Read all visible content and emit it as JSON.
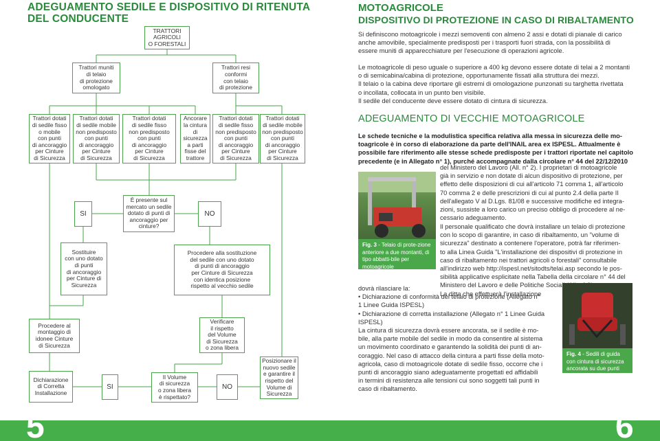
{
  "left": {
    "title_line1": "ADEGUAMENTO SEDILE E DISPOSITIVO DI RITENUTA",
    "title_line2": "DEL CONDUCENTE"
  },
  "flow": {
    "root": [
      "TRATTORI",
      "AGRICOLI",
      "O FORESTALI"
    ],
    "omologato": [
      "Trattori muniti",
      "di telaio",
      "di protezione",
      "omologato"
    ],
    "resi_conformi": [
      "Trattori resi",
      "conformi",
      "con telaio",
      "di protezione"
    ],
    "fisso_mobile_con": [
      "Trattori dotati",
      "di sedile fisso",
      "o mobile",
      "con punti",
      "di ancoraggio",
      "per Cinture",
      "di Sicurezza"
    ],
    "mobile_non": [
      "Trattori dotati",
      "di sedile mobile",
      "non predisposto",
      "con punti",
      "di ancoraggio",
      "per Cinture",
      "di Sicurezza"
    ],
    "fisso_non": [
      "Trattori dotati",
      "di sedile fisso",
      "non predisposto",
      "con punti",
      "di ancoraggio",
      "per Cinture",
      "di Sicurezza"
    ],
    "ancorare": [
      "Ancorare",
      "la cintura",
      "di sicurezza",
      "a parti",
      "fisse del",
      "trattore"
    ],
    "fisso_non_2": [
      "Trattori dotati",
      "di sedile fisso",
      "non predisposto",
      "con punti",
      "di ancoraggio",
      "per Cinture",
      "di Sicurezza"
    ],
    "mobile_non_2": [
      "Trattori dotati",
      "di sedile mobile",
      "non predisposto",
      "con punti",
      "di ancoraggio",
      "per Cinture",
      "di Sicurezza"
    ],
    "si_1": "SI",
    "presente": [
      "È presente sul",
      "mercato un sedile",
      "dotato di punti di",
      "ancoraggio per",
      "cinture?"
    ],
    "no_1": "NO",
    "sostituire": [
      "Sostituire",
      "con uno dotato",
      "di punti",
      "di ancoraggio",
      "per Cinture di",
      "Sicurezza"
    ],
    "procedere_sost": [
      "Procedere alla sostituzione",
      "del sedile con uno dotato",
      "di punti di ancoraggio",
      "per Cinture di Sicurezza",
      "con identica posizione",
      "rispetto al vecchio sedile"
    ],
    "procedere_mont": [
      "Procedere al",
      "montaggio di",
      "idonee Cinture",
      "di Sicurezza"
    ],
    "verificare": [
      "Verificare",
      "il rispetto",
      "del Volume",
      "di Sicurezza",
      "o zona libera"
    ],
    "posizionare": [
      "Posizionare il",
      "nuovo sedile",
      "e garantire il",
      "rispetto del",
      "Volume di",
      "Sicurezza"
    ],
    "dichiarazione": [
      "Dichiarazione",
      "di Corretta",
      "Installazione"
    ],
    "si_2": "SI",
    "volume_q": [
      "Il Volume",
      "di sicurezza",
      "o zona libera",
      "è rispettato?"
    ],
    "no_2": "NO"
  },
  "right": {
    "title": "MOTOAGRICOLE",
    "subtitle": "DISPOSITIVO DI PROTEZIONE IN CASO DI RIBALTAMENTO",
    "p1": [
      "Si definiscono motoagricole i mezzi semoventi con almeno 2 assi e dotati di pianale di carico",
      "anche amovibile, specialmente predisposti per i trasporti fuori strada, con la possibilità di",
      "essere muniti di apparecchiature per l'esecuzione di operazioni agricole."
    ],
    "p2": [
      "Le motoagricole di peso uguale o superiore a 400 kg devono essere dotate di telai a 2 montanti",
      "o di semicabina/cabina di protezione, opportunamente fissati alla struttura dei mezzi.",
      "Il telaio o la cabina deve riportare gli estremi di omologazione punzonati su targhetta rivettata",
      "o incollata, collocata in un punto ben visibile.",
      "Il sedile del conducente deve essere dotato di cintura di sicurezza."
    ],
    "section2": "ADEGUAMENTO DI VECCHIE MOTOAGRICOLE",
    "bold_lines": [
      "Le schede tecniche e la modulistica specifica relativa alla messa in sicurezza delle mo-",
      "toagricole è in corso di elaborazione da parte dell'INAIL area ex ISPESL. Attualmente è",
      "possibile fare riferimento alle stesse schede predisposte per i trattori riportate nel capitolo",
      "precedente (e in Allegato n° 1), purché accompagnate dalla circolare n° 44 del 22/12/2010"
    ],
    "ind1": [
      "del Ministero del Lavoro (All. n° 2). I proprietari di motoagricole",
      "già in servizio e non dotate di alcun dispositivo di protezione, per",
      "effetto delle disposizioni di cui all'articolo 71 comma 1, all'articolo",
      "70 comma 2 e delle prescrizioni di cui al punto 2.4 della parte II",
      "dell'allegato V al D.Lgs. 81/08 e successive modifiche ed integra-",
      "zioni, sussiste a loro carico un preciso obbligo di procedere al ne-",
      "cessario adeguamento."
    ],
    "ind2": [
      "Il personale qualificato che dovrà installare un telaio di protezione",
      "con lo scopo di garantire, in caso di ribaltamento, un \"volume di",
      "sicurezza\" destinato a contenere l'operatore, potrà far riferimen-",
      "to alla Linea Guida \"L'installazione dei dispositivi di protezione in",
      "caso di ribaltamento nei trattori agricoli o forestali\" consultabile",
      "all'indirizzo web http://ispesl.net/sitodts/telai.asp secondo le pos-",
      "sibilità applicative esplicitate nella Tabella della circolare n° 44 del",
      "Ministero del Lavoro e delle Politiche Sociali (All. n° 2).",
      "La ditta che effettuerà l'installazione"
    ],
    "full": [
      "dovrà rilasciare la:",
      "• Dichiarazione di conformità del telaio di protezione (Allegato n°",
      "  1 Linee Guida ISPESL)",
      "• Dichiarazione di corretta installazione (Allegato n° 1 Linee Guida",
      "  ISPESL)",
      "La cintura di sicurezza dovrà essere ancorata, se il sedile è mo-",
      "bile, alla parte mobile del sedile in modo da consentire al sistema",
      "un movimento coordinato e garantendo la solidità dei punti di an-",
      "coraggio. Nel caso di attacco della cintura a parti fisse della moto-",
      "agricola, caso di motoagricole dotate di sedile fisso, occorre che i",
      "punti di ancoraggio siano adeguatamente progettati ed affidabili",
      "in termini di resistenza alle tensioni cui sono soggetti tali punti in",
      "caso di ribaltamento."
    ],
    "fig3_label": "Fig. 3",
    "fig3_text": " - Telaio di prote-zione anteriore a due montanti, di tipo abbatti-bile per motoagricole",
    "fig4_label": "Fig. 4",
    "fig4_text": " - Sedili di guida con cintura di sicurezza ancorata su due punti"
  },
  "pages": {
    "left": "5",
    "right": "6"
  },
  "colors": {
    "green": "#2a8a3c",
    "box_border": "#4aa34a",
    "footer": "#45b04a"
  }
}
